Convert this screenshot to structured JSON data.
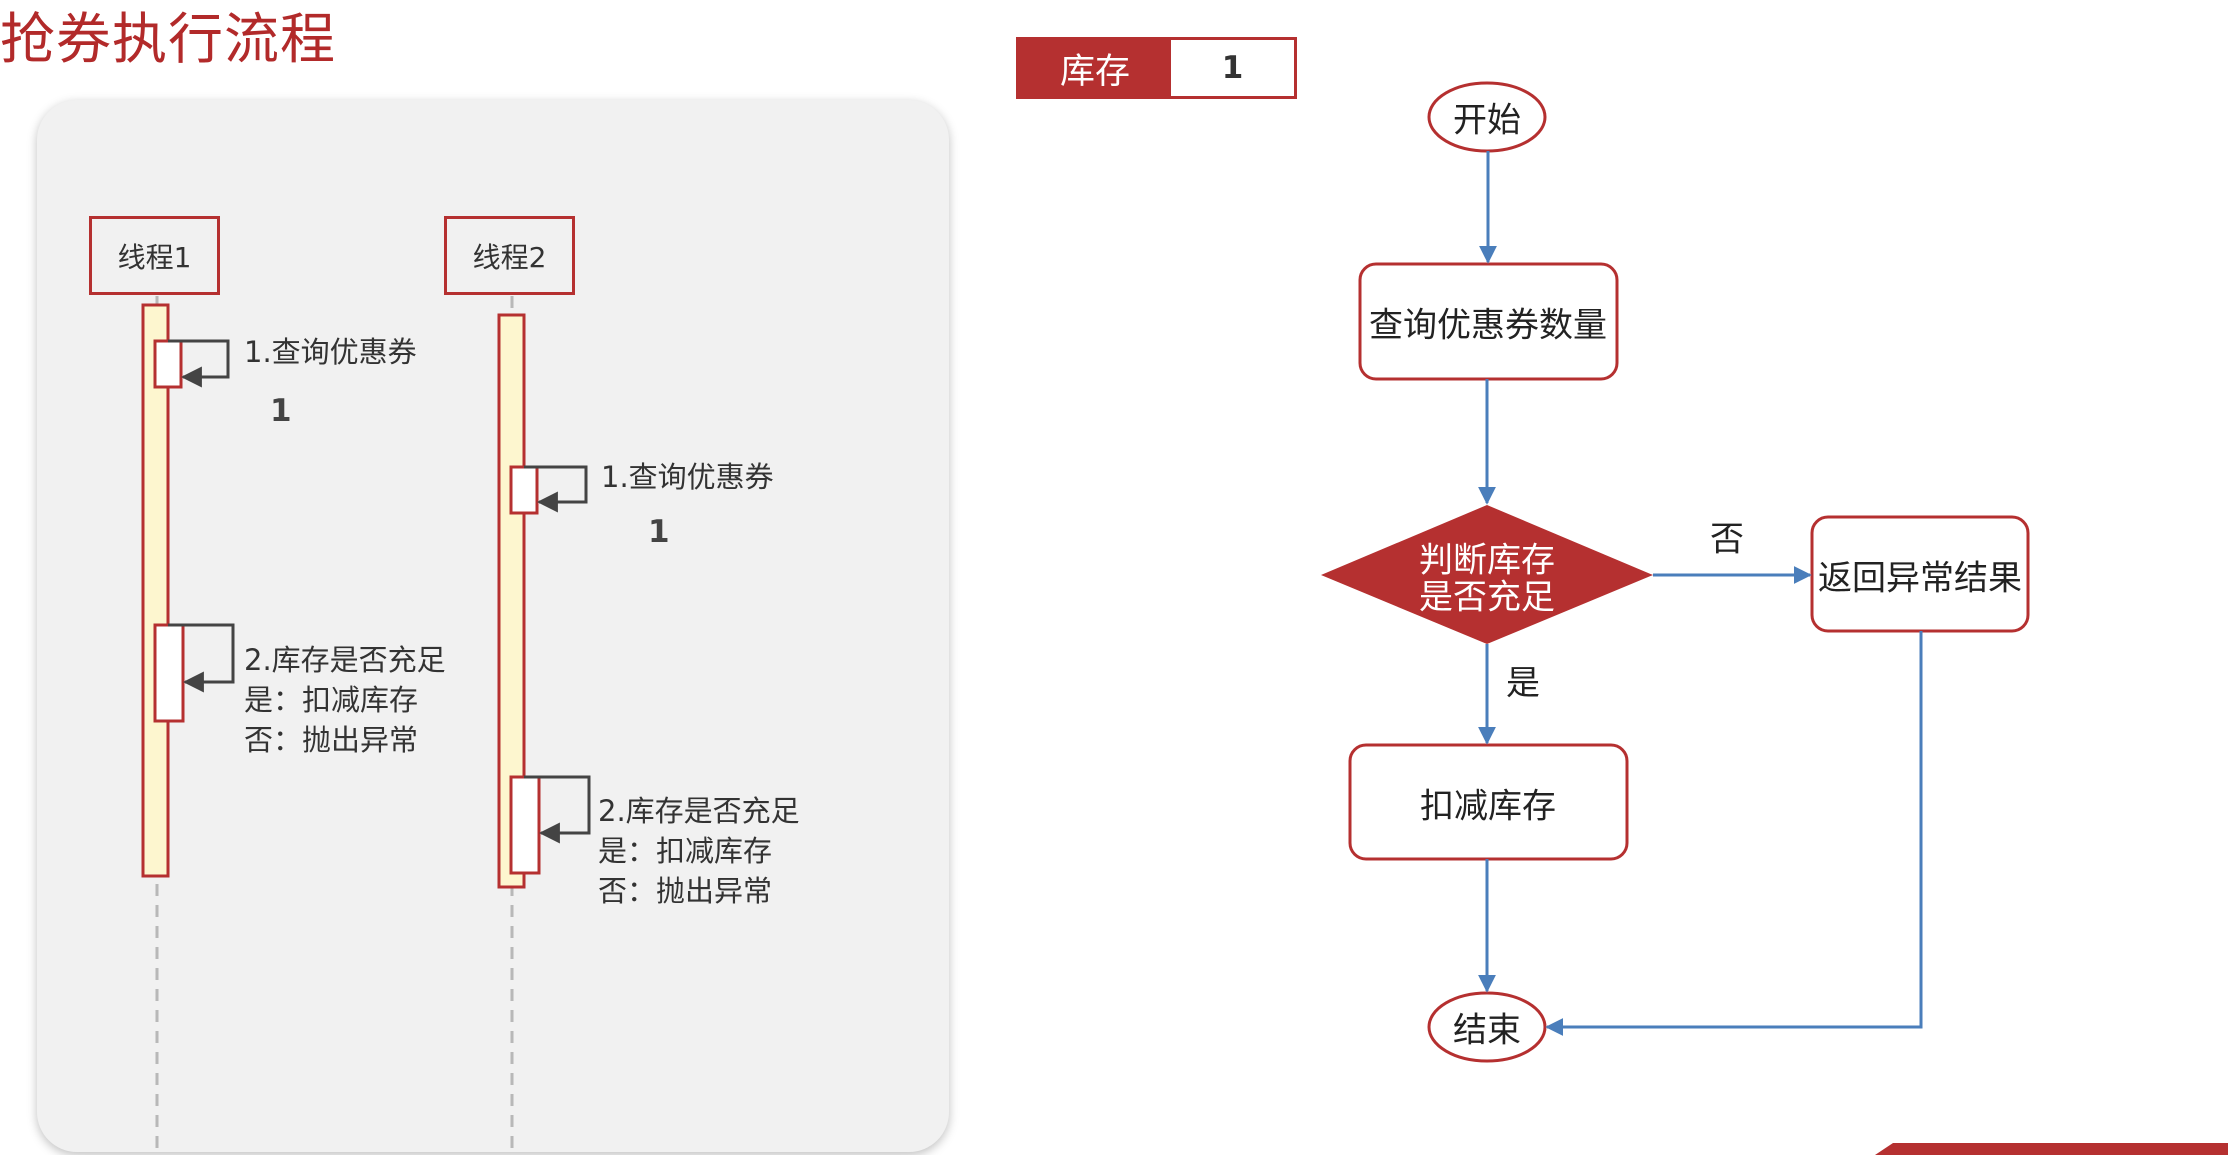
{
  "title": "抢券执行流程",
  "stock": {
    "label": "库存",
    "value": "1"
  },
  "sequence": {
    "threads": [
      {
        "name": "线程1",
        "step1": "1.查询优惠券",
        "result": "1",
        "step2": [
          "2.库存是否充足",
          "是：扣减库存",
          "否：抛出异常"
        ]
      },
      {
        "name": "线程2",
        "step1": "1.查询优惠券",
        "result": "1",
        "step2": [
          "2.库存是否充足",
          "是：扣减库存",
          "否：抛出异常"
        ]
      }
    ]
  },
  "flowchart": {
    "start": "开始",
    "query": "查询优惠券数量",
    "decision": [
      "判断库存",
      "是否充足"
    ],
    "no_label": "否",
    "yes_label": "是",
    "error": "返回异常结果",
    "deduct": "扣减库存",
    "end": "结束"
  },
  "colors": {
    "accent": "#b53030",
    "arrow": "#4a7ebb",
    "lifeline_fill": "#fdf6cf",
    "panel": "#f1f1f1"
  }
}
